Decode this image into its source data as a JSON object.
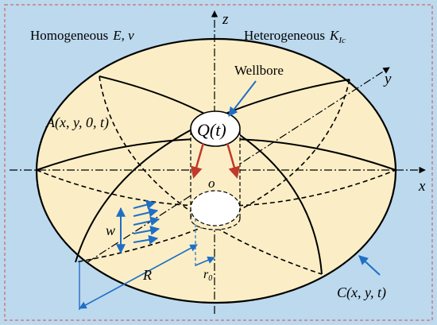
{
  "labels": {
    "homogeneous_text": "Homogeneous",
    "homogeneous_params": "E, ν",
    "heterogeneous_text": "Heterogeneous",
    "heterogeneous_param_K": "K",
    "heterogeneous_param_sub": "Ic",
    "wellbore": "Wellbore",
    "q_t": "Q(t)",
    "point_a": "A(x, y, 0, t)",
    "front_c": "C(x, y, t)",
    "axis_x": "x",
    "axis_y": "y",
    "axis_z": "z",
    "origin": "o",
    "width": "w",
    "radius": "R",
    "r0_r": "r",
    "r0_sub": "0"
  },
  "colors": {
    "background": "#bcd9ee",
    "border_dash": "#d05050",
    "fracture_fill": "#fbeec6",
    "arrow_blue": "#1f6fc4",
    "flow_red": "#c0392b",
    "line": "#000000"
  }
}
